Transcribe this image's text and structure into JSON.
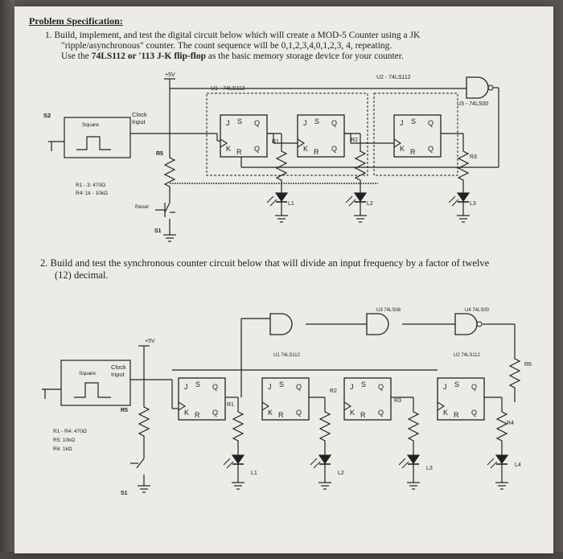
{
  "problem": {
    "heading": "Problem Specification:",
    "item1": {
      "line1": "1.  Build, implement, and test the digital circuit below which will create a MOD-5 Counter using a JK",
      "line2": "\"ripple/asynchronous\" counter. The count sequence will be 0,1,2,3,4,0,1,2,3, 4, repeating.",
      "line3_pre": "Use the ",
      "line3_bold": "74LS112 or '113 J-K flip-flop",
      "line3_post": " as the basic memory storage device for your counter."
    },
    "item2": {
      "line1": "2.  Build and test the synchronous counter circuit below that will divide an input frequency by a factor of twelve",
      "line2": "(12) decimal."
    }
  },
  "circuit1": {
    "vcc": "+5V",
    "u1": "U1 - 74LS112",
    "u2": "U2 - 74LS112",
    "u3": "U3 - 74LS00",
    "s2": "S2",
    "square": "Square",
    "clock_input": "Clock\nInput",
    "r5": "R5",
    "r1": "R1",
    "r2": "R2",
    "r3": "R3",
    "values1": "R1 - 3: 470Ω",
    "values2": "R4: 1k - 10kΩ",
    "reset": "Reset",
    "s1": "S1",
    "l1": "L1",
    "l2": "L2",
    "l3": "L3"
  },
  "circuit2": {
    "vcc": "+5V",
    "u1": "U1 74LS112",
    "u2": "U2 74LS112",
    "u3": "U3 74LS08",
    "u4": "U4 74LS00",
    "square": "Square",
    "clock_input": "Clock\nInput",
    "r5": "R5",
    "r1": "R1",
    "r2": "R2",
    "r3": "R3",
    "r4": "R4",
    "r6": "R6",
    "values1": "R1 - R4: 470Ω",
    "values2": "R5: 10kΩ",
    "values3": "R6: 1kΩ",
    "s1": "S1",
    "l1": "L1",
    "l2": "L2",
    "l3": "L3",
    "l4": "L4"
  },
  "ff": {
    "j": "J",
    "k": "K",
    "s": "S",
    "r": "R",
    "q": "Q",
    "qbar": "Q"
  }
}
